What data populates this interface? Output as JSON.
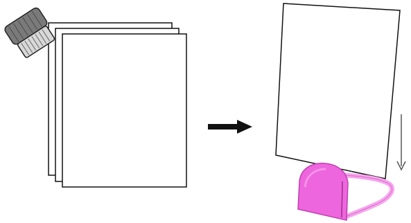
{
  "diagram": {
    "left_group": "paper-stack-with-dial-knob",
    "transition": "right-arrow",
    "right_group": "paper-standing-in-clip-stand",
    "colors": {
      "background": "#ffffff",
      "stroke": "#111111",
      "paper": "#ffffff",
      "knob_dark": "#7a7a7a",
      "knob_light": "#d8d8d8",
      "stand_fill": "#ee66dd",
      "stand_light": "#f7a6ee",
      "stand_stroke": "#c040b0",
      "arrow": "#111111",
      "down_arrow": "#555555"
    }
  }
}
